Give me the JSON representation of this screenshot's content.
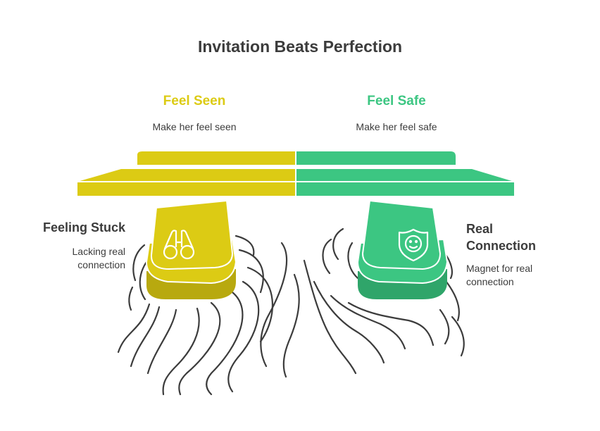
{
  "title": "Invitation Beats Perfection",
  "colors": {
    "yellow": "#dccb14",
    "green": "#3cc682",
    "ink": "#3c3c3c"
  },
  "stands": [
    {
      "heading": "Feel Seen",
      "description": "Make her feel seen",
      "icon": "binoculars-icon"
    },
    {
      "heading": "Feel Safe",
      "description": "Make her feel safe",
      "icon": "shield-face-icon"
    }
  ],
  "sides": {
    "left": {
      "heading": "Feeling Stuck",
      "description": "Lacking real connection"
    },
    "right": {
      "heading_lines": [
        "Real",
        "Connection"
      ],
      "description": "Magnet for real connection"
    }
  }
}
